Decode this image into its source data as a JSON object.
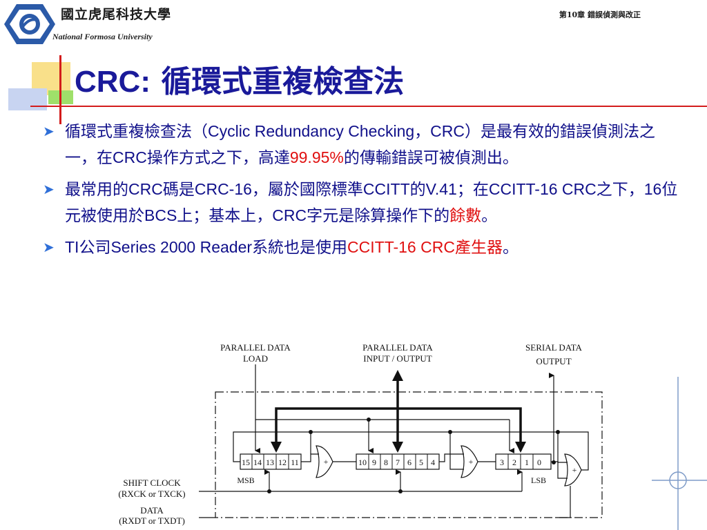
{
  "header": {
    "university_zh": "國立虎尾科技大學",
    "university_en": "National Formosa University",
    "chapter": "第10章  錯誤偵測與改正"
  },
  "slide": {
    "title_latin": "CRC:",
    "title_zh": "循環式重複檢查法",
    "bullets": [
      {
        "p1": "循環式重複檢查法（",
        "p2": "Cyclic Redundancy Checking，CRC",
        "p3": "）是最有效的錯誤偵測法之一，在",
        "p4": "CRC",
        "p5": "操作方式之下，高達",
        "highlight": "99.95%",
        "p6": "的傳輸錯誤可被偵測出。"
      },
      {
        "p1": "最常用的",
        "p2": "CRC",
        "p3": "碼是",
        "p4": "CRC-16",
        "p5": "，屬於國際標準",
        "p6": "CCITT",
        "p7": "的",
        "p8": "V.41",
        "p9": "；在",
        "p10": "CCITT-16 CRC",
        "p11": "之下，",
        "p12": "16",
        "p13": "位元被使用於",
        "p14": "BCS",
        "p15": "上；基本上，",
        "p16": "CRC",
        "p17": "字元是除算操作下的",
        "highlight": "餘數",
        "p18": "。"
      },
      {
        "p1": "TI",
        "p2": "公司",
        "p3": "Series 2000 Reader",
        "p4": "系統也是使用",
        "highlight_latin": "CCITT-16 CRC",
        "highlight_zh": "產生器",
        "p5": "。"
      }
    ]
  },
  "diagram": {
    "label_parallel_load": [
      "PARALLEL DATA",
      "LOAD"
    ],
    "label_parallel_io": [
      "PARALLEL DATA",
      "INPUT / OUTPUT"
    ],
    "label_serial_out": [
      "SERIAL DATA",
      "OUTPUT"
    ],
    "label_shift_clock": [
      "SHIFT CLOCK",
      "(RXCK or TXCK)"
    ],
    "label_data": [
      "DATA",
      "(RXDT or TXDT)"
    ],
    "msb": "MSB",
    "lsb": "LSB",
    "plus": "+",
    "group1": [
      "15",
      "14",
      "13",
      "12",
      "11"
    ],
    "group2": [
      "10",
      "9",
      "8",
      "7",
      "6",
      "5",
      "4"
    ],
    "group3": [
      "3",
      "2",
      "1",
      "0"
    ]
  }
}
